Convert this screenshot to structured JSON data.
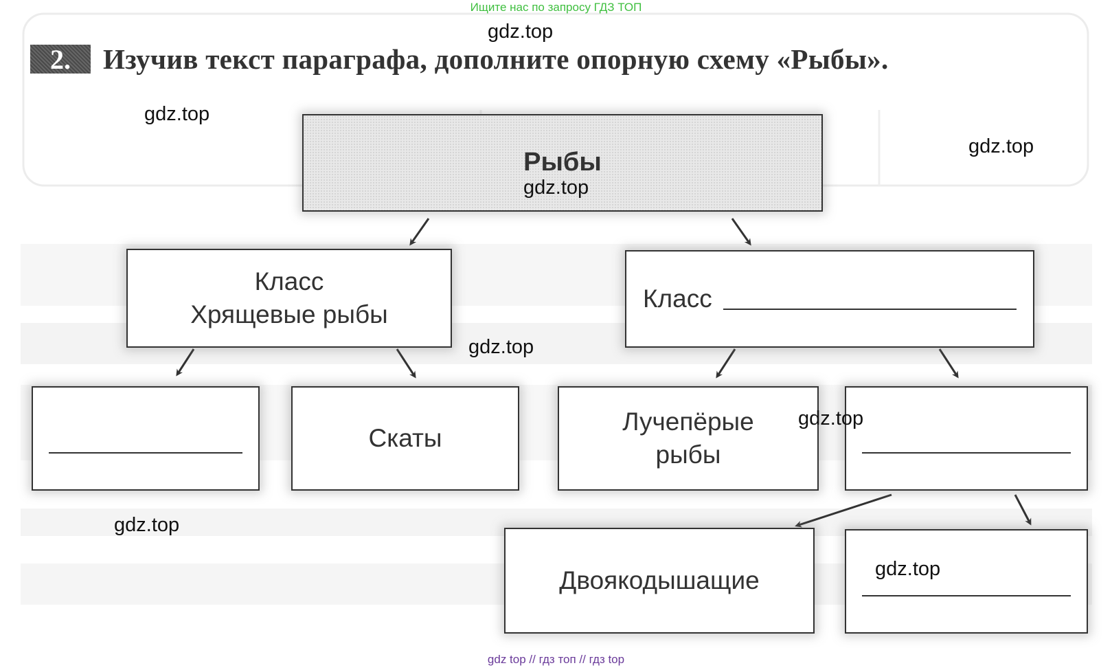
{
  "banner_top": "Ищите нас по запросу ГДЗ ТОП",
  "banner_bottom": "gdz top  //  гдз топ  //  гдз top",
  "task": {
    "number": "2.",
    "text": "Изучив текст параграфа, дополните опорную схему «Рыбы»."
  },
  "scheme": {
    "root": "Рыбы",
    "left_class_line1": "Класс",
    "left_class_line2": "Хрящевые рыбы",
    "right_class_label": "Класс",
    "rays": "Скаты",
    "rayfinned_line1": "Лучепёрые",
    "rayfinned_line2": "рыбы",
    "lungfish": "Двоякодышащие"
  },
  "watermark_text": "gdz.top",
  "colors": {
    "banner_top": "#3fbf3f",
    "banner_bottom": "#6a3a9a",
    "root_fill": "#e8e8e8"
  }
}
